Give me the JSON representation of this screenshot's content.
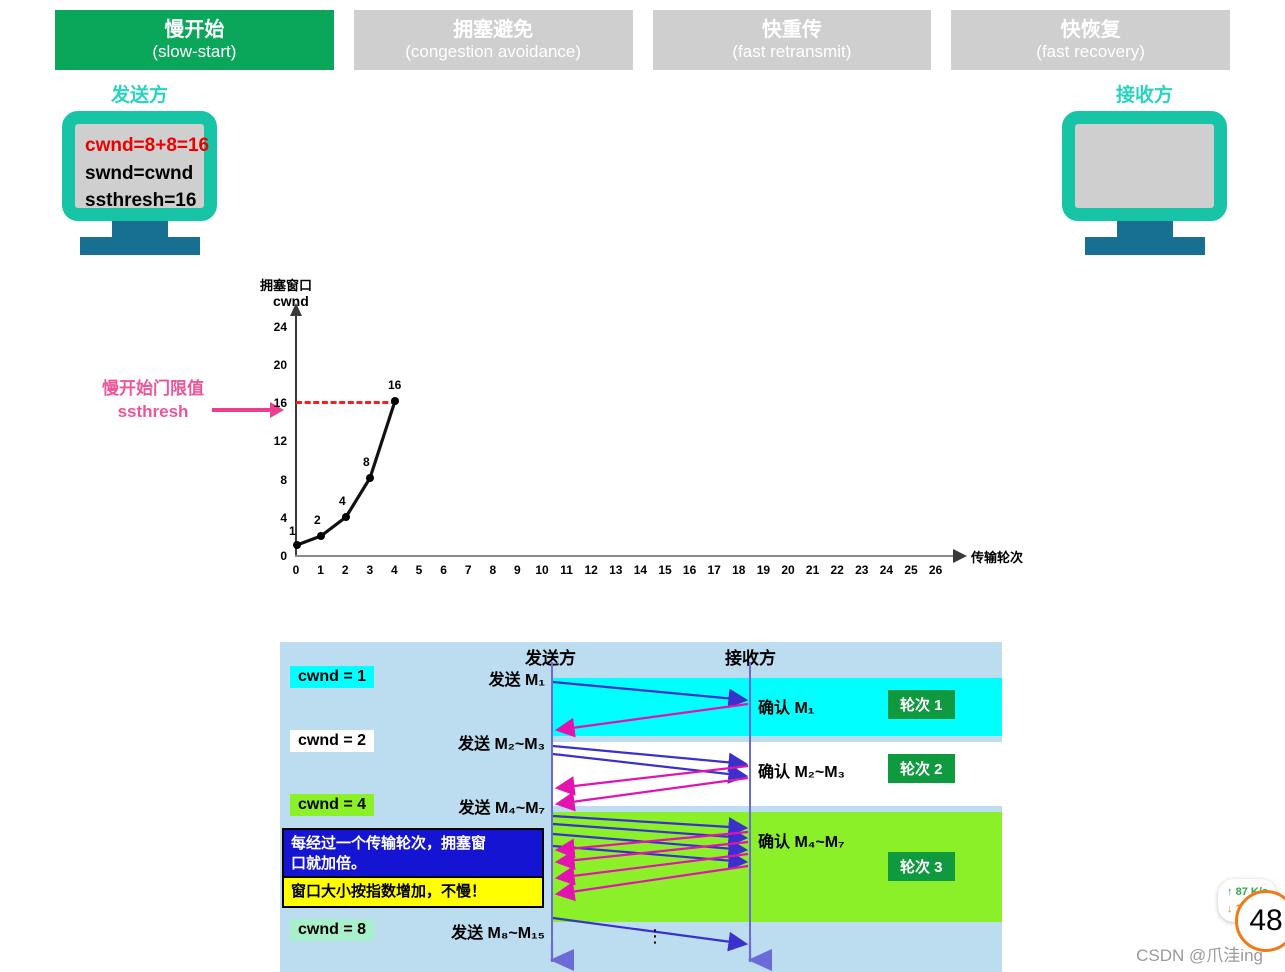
{
  "tabs": [
    {
      "cn": "慢开始",
      "en": "(slow-start)",
      "active": true
    },
    {
      "cn": "拥塞避免",
      "en": "(congestion avoidance)",
      "active": false
    },
    {
      "cn": "快重传",
      "en": "(fast retransmit)",
      "active": false
    },
    {
      "cn": "快恢复",
      "en": "(fast recovery)",
      "active": false
    }
  ],
  "sender": {
    "label": "发送方",
    "line1_red": "cwnd=8+8=16",
    "line2": "swnd=cwnd",
    "line3": "ssthresh=16"
  },
  "receiver": {
    "label": "接收方"
  },
  "ssthresh_note": {
    "line1": "慢开始门限值",
    "line2": "ssthresh",
    "color": "#ee5599"
  },
  "chart_data": {
    "type": "line",
    "title": "拥塞窗口 cwnd",
    "ylabel_cn": "拥塞窗口",
    "ylabel_en": "cwnd",
    "xlabel": "传输轮次",
    "x": [
      0,
      1,
      2,
      3,
      4
    ],
    "values": [
      1,
      2,
      4,
      8,
      16
    ],
    "point_labels": [
      "1",
      "2",
      "4",
      "8",
      "16"
    ],
    "yticks": [
      0,
      4,
      8,
      12,
      16,
      20,
      24
    ],
    "xticks": [
      0,
      1,
      2,
      3,
      4,
      5,
      6,
      7,
      8,
      9,
      10,
      11,
      12,
      13,
      14,
      15,
      16,
      17,
      18,
      19,
      20,
      21,
      22,
      23,
      24,
      25,
      26
    ],
    "ylim": [
      0,
      26
    ],
    "xlim": [
      0,
      26
    ],
    "threshold_line": {
      "value": 16,
      "label": "ssthresh",
      "color": "#f42020",
      "style": "dashed"
    },
    "grid": false,
    "legend": "none"
  },
  "sequence": {
    "sender_header": "发送方",
    "receiver_header": "接收方",
    "ellipsis": "⋮",
    "rounds": [
      {
        "cwnd": "cwnd = 1",
        "cwnd_bg": "#00ffff",
        "send": "发送 M₁",
        "ack": "确认 M₁",
        "badge": "轮次 1",
        "band_bg": "#00ffff"
      },
      {
        "cwnd": "cwnd = 2",
        "cwnd_bg": "#ffffff",
        "send": "发送 M₂~M₃",
        "ack": "确认 M₂~M₃",
        "badge": "轮次 2",
        "band_bg": "#ffffff"
      },
      {
        "cwnd": "cwnd = 4",
        "cwnd_bg": "#8cf028",
        "send": "发送 M₄~M₇",
        "ack": "确认 M₄~M₇",
        "badge": "轮次 3",
        "band_bg": "#8cf028"
      },
      {
        "cwnd": "cwnd = 8",
        "cwnd_bg": "#a8f0cc",
        "send": "发送 M₈~M₁₅",
        "ack": "",
        "badge": "",
        "band_bg": ""
      }
    ],
    "callout_blue": "每经过一个传输轮次，拥塞窗\n口就加倍。",
    "callout_yellow": "窗口大小按指数增加，不慢！"
  },
  "overlay": {
    "upload_speed": "↑ 87 K/s",
    "download_speed": "↓ 18 K/s",
    "badge_number": "48",
    "watermark": "CSDN @爪洼ing"
  }
}
